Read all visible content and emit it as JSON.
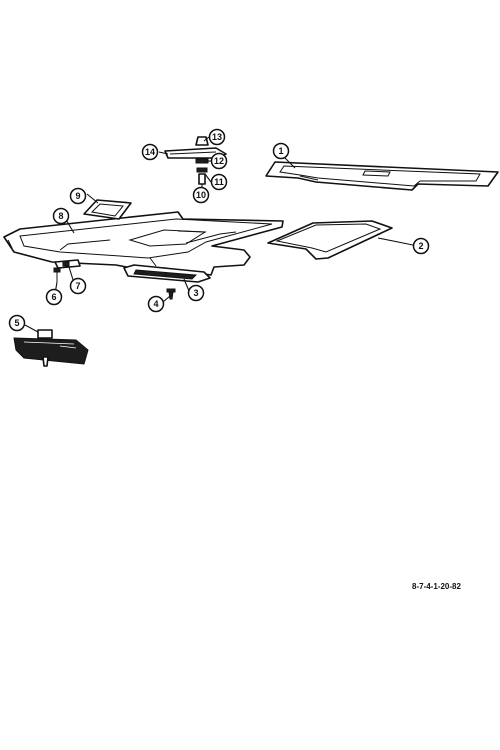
{
  "figure": {
    "code": "8-7-4-1-20-82"
  },
  "parts": [
    {
      "number": "1",
      "icon": "long-roof-panel"
    },
    {
      "number": "2",
      "icon": "tray-panel"
    },
    {
      "number": "3",
      "icon": "lamp-housing"
    },
    {
      "number": "4",
      "icon": "screw"
    },
    {
      "number": "5",
      "icon": "rear-view-mirror"
    },
    {
      "number": "6",
      "icon": "screw"
    },
    {
      "number": "7",
      "icon": "bracket"
    },
    {
      "number": "8",
      "icon": "headliner-panel"
    },
    {
      "number": "9",
      "icon": "frame-plate"
    },
    {
      "number": "10",
      "icon": "bolt"
    },
    {
      "number": "11",
      "icon": "washer"
    },
    {
      "number": "12",
      "icon": "washer"
    },
    {
      "number": "13",
      "icon": "nut"
    },
    {
      "number": "14",
      "icon": "mounting-plate"
    }
  ]
}
